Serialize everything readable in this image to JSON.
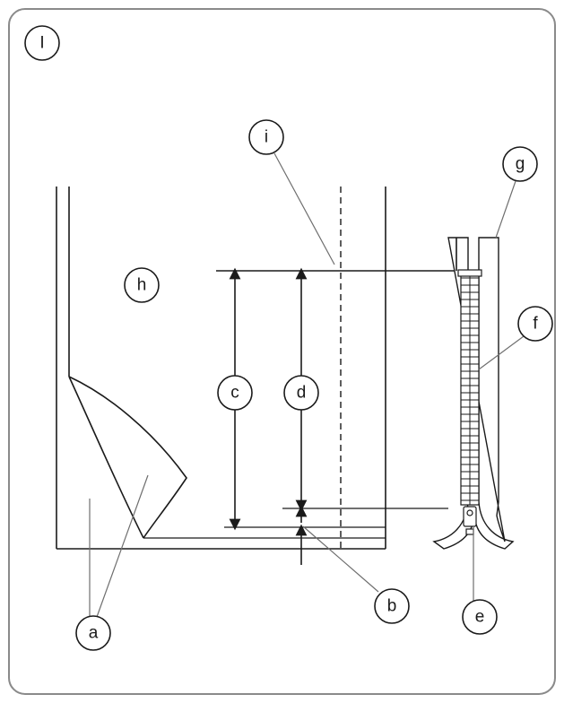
{
  "panel_label": "I",
  "callouts": {
    "a": "a",
    "b": "b",
    "c": "c",
    "d": "d",
    "e": "e",
    "f": "f",
    "g": "g",
    "h": "h",
    "i": "i"
  },
  "colors": {
    "line": "#1a1a1a",
    "frame": "#8a8a8a",
    "leader": "#6e6e6e",
    "background": "#ffffff"
  }
}
